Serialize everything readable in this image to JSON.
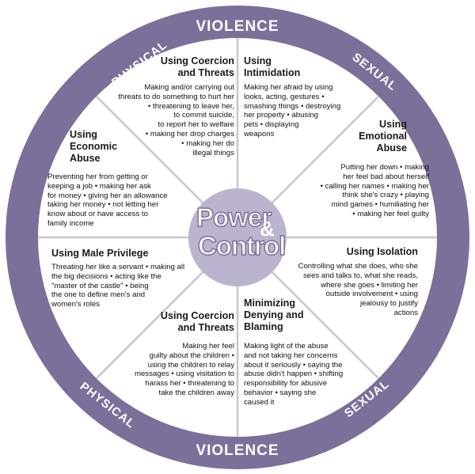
{
  "rim": {
    "violence_top": "VIOLENCE",
    "violence_bottom": "VIOLENCE",
    "physical_left_top": "PHYSICAL",
    "physical_left_bottom": "PHYSICAL",
    "sexual_right_top": "SEXUAL",
    "sexual_right_bottom": "SEXUAL"
  },
  "hub": {
    "word1": "Power",
    "amp": "&",
    "word2": "Control"
  },
  "segments": {
    "coercion_top": {
      "title": [
        "Using Coercion",
        "and Threats"
      ],
      "lines": [
        "Making and/or carrying out",
        "threats to do something to hurt her",
        "• threatening to leave her,",
        "to commit suicide,",
        "to report her to welfare",
        "• making her drop charges",
        "• making her do",
        "illegal things"
      ]
    },
    "intimidation": {
      "title": [
        "Using",
        "Intimidation"
      ],
      "lines": [
        "Making her afraid by using",
        "looks, acting, gestures •",
        "smashing things • destroying",
        "her property • abusing",
        "pets • displaying",
        "weapons"
      ]
    },
    "emotional": {
      "title": [
        "Using",
        "Emotional",
        "Abuse"
      ],
      "lines": [
        "Putting her down • making",
        "her feel bad about herself",
        "• calling her names • making her",
        "think she's crazy • playing",
        "mind games • humiliating her",
        "• making her feel guilty"
      ]
    },
    "isolation": {
      "title": [
        "Using Isolation"
      ],
      "lines": [
        "Controlling what she does, who she",
        "sees and talks to, what she reads,",
        "where she goes • limiting her",
        "outside involvement • using",
        "jealousy to justify",
        "actions"
      ]
    },
    "minimizing": {
      "title": [
        "Minimizing",
        "Denying and",
        "Blaming"
      ],
      "lines": [
        "Making light of the abuse",
        "and not taking her concerns",
        "about it seriously • saying the",
        "abuse didn't happen • shifting",
        "responsibility for abusive",
        "behavior • saying she",
        "caused it"
      ]
    },
    "coercion_bottom": {
      "title": [
        "Using Coercion",
        "and Threats"
      ],
      "lines": [
        "Making her feel",
        "guilty about the children •",
        "using the children to relay",
        "messages • using visitation to",
        "harass her • threatening to",
        "take the children away"
      ]
    },
    "male_privilege": {
      "title": [
        "Using Male Privilege"
      ],
      "lines": [
        "Threating her like a servant • making all",
        "the big decisions • acting like the",
        "\"master of the castle\" • being",
        "the one to define men's and",
        "women's roles"
      ]
    },
    "economic": {
      "title": [
        "Using",
        "Economic",
        "Abuse"
      ],
      "lines": [
        "Preventing her from getting or",
        "keeping a job • making her ask",
        "for money • giving her an allowance",
        "taking her money • not letting her",
        "know about or have access to",
        "family income"
      ]
    }
  },
  "colors": {
    "rim": "#7c6f9a",
    "rim_text": "#ffffff",
    "hub_fill": "#bcb3cf",
    "spoke": "#c9c3d6",
    "panel": "#ffffff"
  }
}
